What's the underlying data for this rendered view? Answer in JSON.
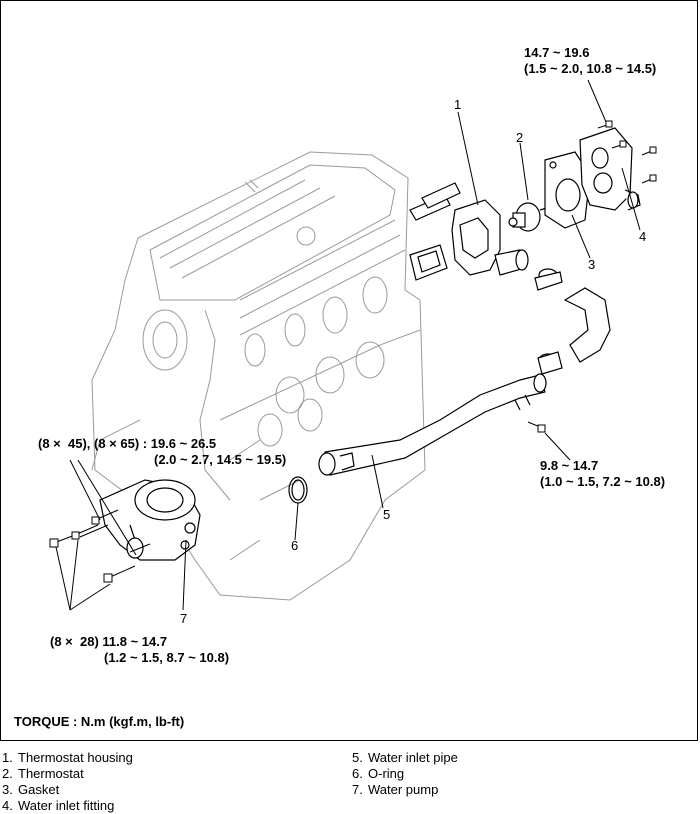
{
  "torques": {
    "t1_line1": "14.7 ~ 19.6",
    "t1_line2": "(1.5 ~ 2.0, 10.8 ~ 14.5)",
    "t2_line1": "9.8 ~ 14.7",
    "t2_line2": "(1.0 ~ 1.5, 7.2 ~ 10.8)",
    "t3_line1": "(8 ×  45), (8 × 65) : 19.6 ~ 26.5",
    "t3_line2": "(2.0 ~ 2.7, 14.5 ~ 19.5)",
    "t4_line1": "(8 ×  28) 11.8 ~ 14.7",
    "t4_line2": "(1.2 ~ 1.5, 8.7 ~ 10.8)"
  },
  "callouts": {
    "c1": "1",
    "c2": "2",
    "c3": "3",
    "c4": "4",
    "c5": "5",
    "c6": "6",
    "c7": "7"
  },
  "torque_note": "TORQUE : N.m (kgf.m, lb-ft)",
  "legend": [
    {
      "num": "1.",
      "label": "Thermostat housing"
    },
    {
      "num": "2.",
      "label": "Thermostat"
    },
    {
      "num": "3.",
      "label": "Gasket"
    },
    {
      "num": "4.",
      "label": "Water inlet fitting"
    },
    {
      "num": "5.",
      "label": "Water inlet pipe"
    },
    {
      "num": "6.",
      "label": "O-ring"
    },
    {
      "num": "7.",
      "label": "Water pump"
    }
  ]
}
